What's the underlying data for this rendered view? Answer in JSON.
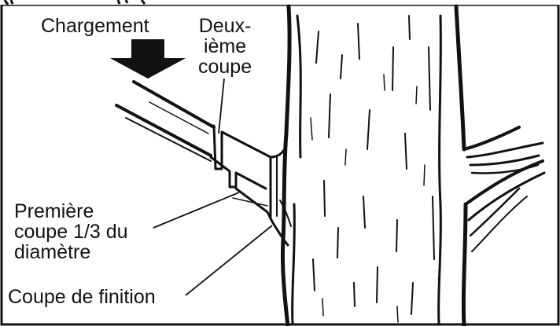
{
  "labels": {
    "loading": "Chargement",
    "second_cut": "Deux-\nième\ncoupe",
    "first_cut": "Première\ncoupe 1/3 du\ndiamètre",
    "finish_cut": "Coupe de finition"
  },
  "colors": {
    "ink": "#111111",
    "background": "#ffffff"
  }
}
